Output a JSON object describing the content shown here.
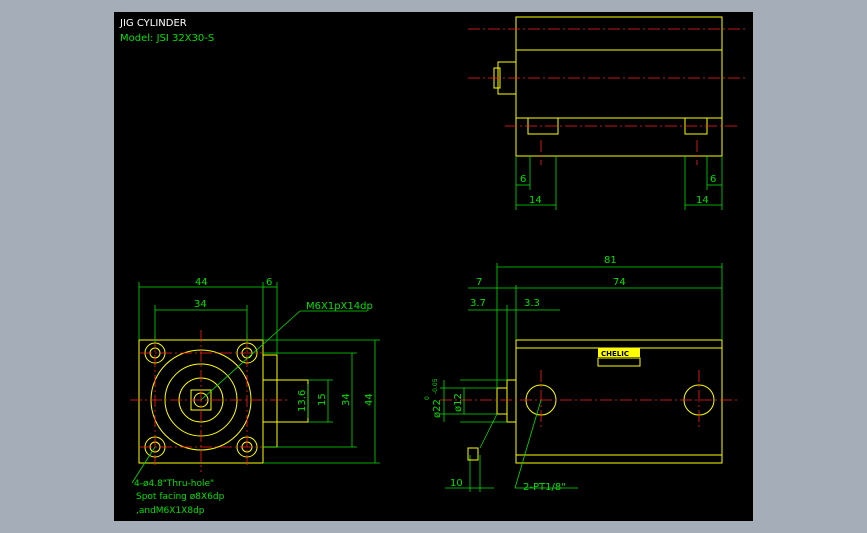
{
  "title": {
    "line1": "JIG CYLINDER",
    "line2": "Model: JSI 32X30-S"
  },
  "top_view": {
    "dim_left_small": "6",
    "dim_right_small": "6",
    "dim_left_width": "14",
    "dim_right_width": "14"
  },
  "front_view": {
    "dim_total_width": "44",
    "dim_bolt_spacing": "34",
    "dim_flange": "6",
    "dim_height_total": "44",
    "dim_height_bolt": "34",
    "dim_height_15": "15",
    "dim_height_13_6": "13.6",
    "tap_label": "M6X1pX14dp",
    "hole_note_1": "4-ø4.8\"Thru-hole\"",
    "hole_note_2": "Spot facing ø8X6dp",
    "hole_note_3": ",andM6X1X8dp"
  },
  "side_view": {
    "dim_overall": "81",
    "dim_rod_ext": "7",
    "dim_body": "74",
    "dim_3_7": "3.7",
    "dim_3_3": "3.3",
    "dim_rod_dia": "ø12",
    "dim_boss_dia": "ø22",
    "tol_upper": "0",
    "tol_lower": "-0.05",
    "dim_10": "10",
    "port_label": "2-PT1/8\"",
    "brand": "CHELIC"
  },
  "colors": {
    "background": "#000000",
    "frame": "#a5adb8",
    "outline": "#ffff00",
    "dimension": "#00e000",
    "centerline": "#ff2020",
    "text": "#ffffff"
  }
}
